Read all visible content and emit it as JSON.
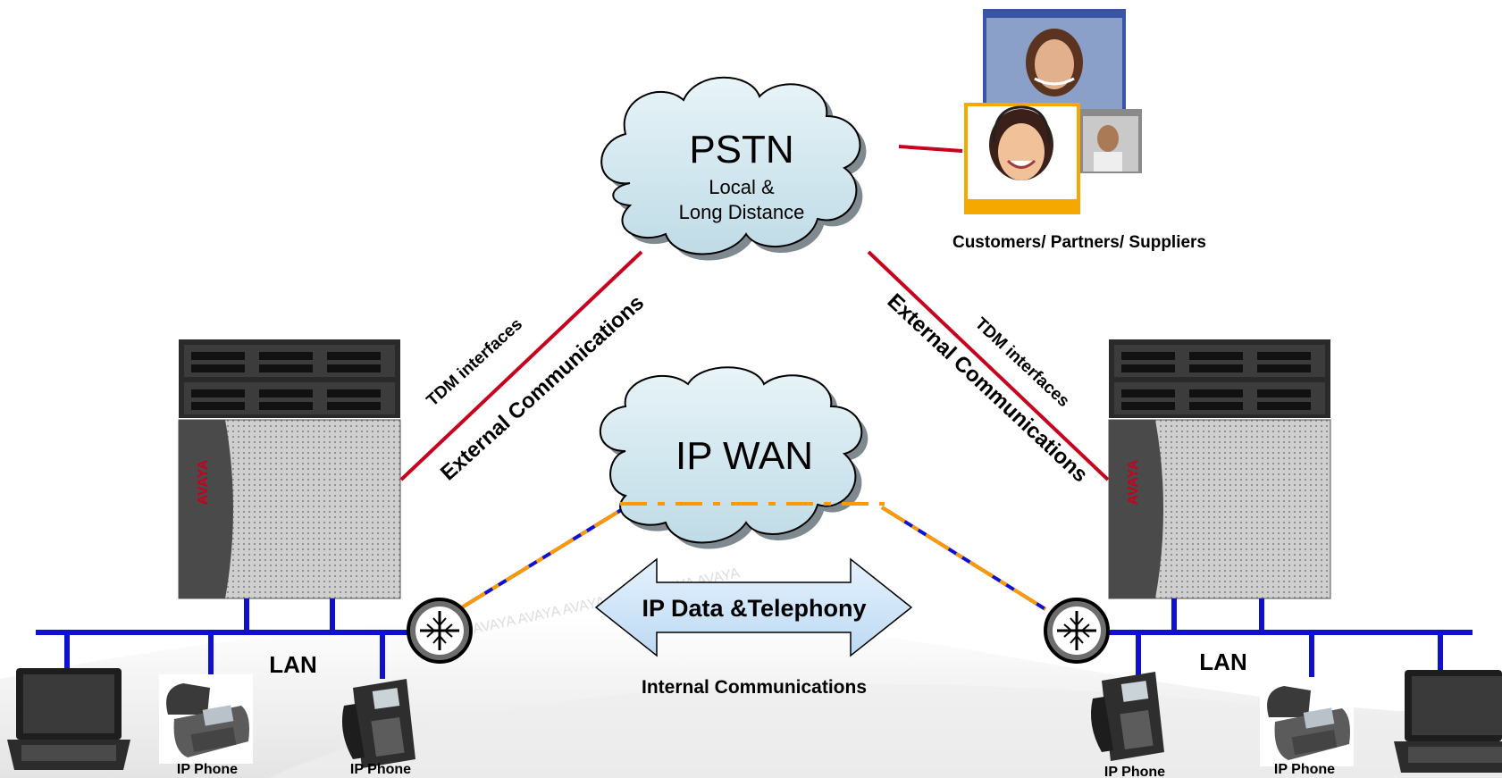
{
  "clouds": {
    "pstn": {
      "title": "PSTN",
      "line1": "Local &",
      "line2": "Long Distance"
    },
    "wan": {
      "title": "IP WAN"
    }
  },
  "customers_label": "Customers/ Partners/ Suppliers",
  "left_link": {
    "tdm": "TDM interfaces",
    "external": "External Communications"
  },
  "right_link": {
    "tdm": "TDM interfaces",
    "external": "External Communications"
  },
  "center_arrow_label": "IP Data &Telephony",
  "internal_label": "Internal Communications",
  "lan_left": "LAN",
  "lan_right": "LAN",
  "phones": [
    "IP Phone",
    "IP Phone",
    "IP Phone",
    "IP Phone"
  ],
  "server_brand": "AVAYA",
  "watermark_text": "AVAYA AVAYA AVAYA AVAYA AVAYA AVAYA AVAYA",
  "colors": {
    "lan": "#1010d0",
    "tdm_link": "#c8001e",
    "ip_link_dash": "#ff9900",
    "cloud": "#cfe6ee",
    "arrow": "#cfe6fb"
  },
  "icons": [
    "cloud-icon",
    "server-icon",
    "router-icon",
    "ip-phone-icon",
    "laptop-icon",
    "person-photo-icon",
    "double-arrow-icon"
  ]
}
